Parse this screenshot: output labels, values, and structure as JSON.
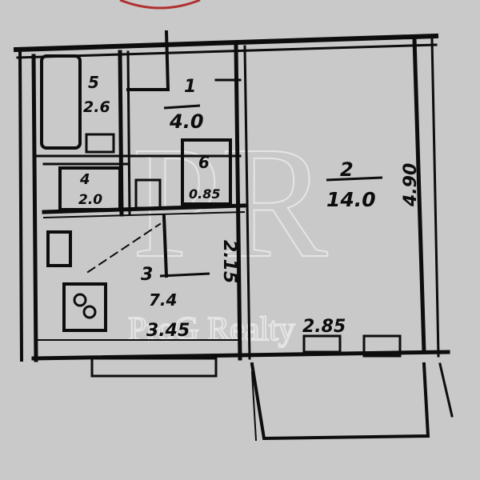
{
  "plan": {
    "rooms": [
      {
        "number": "5",
        "area": "2.6"
      },
      {
        "number": "1",
        "area": "4.0"
      },
      {
        "number": "6",
        "area": "0.85"
      },
      {
        "number": "4",
        "area": "2.0"
      },
      {
        "number": "2",
        "area": "14.0"
      },
      {
        "number": "3",
        "area": "7.4"
      }
    ],
    "dimensions": {
      "room2_length": "4.90",
      "kitchen_side": "2.15",
      "kitchen_width": "3.45",
      "room2_width": "2.85"
    }
  },
  "watermark": {
    "logo": "PR",
    "text": "ProG Realty"
  },
  "colors": {
    "paper": "#c9c9c9",
    "ink": "#0d0d0d",
    "watermark": "#ececec"
  }
}
